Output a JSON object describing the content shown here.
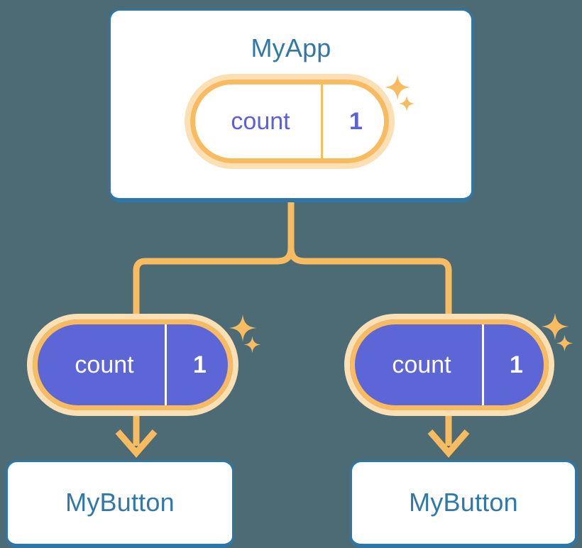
{
  "diagram": {
    "title_color": "#2f78a8",
    "accent_orange": "#f8bb5f",
    "accent_orange_pale": "#fbe0b6",
    "accent_indigo": "#5c66d7",
    "background_color": "#4d6b75",
    "card_border_color": "#2d77a8"
  },
  "root": {
    "label": "MyApp",
    "signal": {
      "key": "count",
      "value": "1"
    }
  },
  "branches": [
    {
      "signal": {
        "key": "count",
        "value": "1"
      },
      "label": "MyButton"
    },
    {
      "signal": {
        "key": "count",
        "value": "1"
      },
      "label": "MyButton"
    }
  ],
  "icons": {
    "sparkle_large": "sparkle-icon",
    "sparkle_small": "sparkle-icon",
    "arrow": "arrow-down-icon"
  }
}
